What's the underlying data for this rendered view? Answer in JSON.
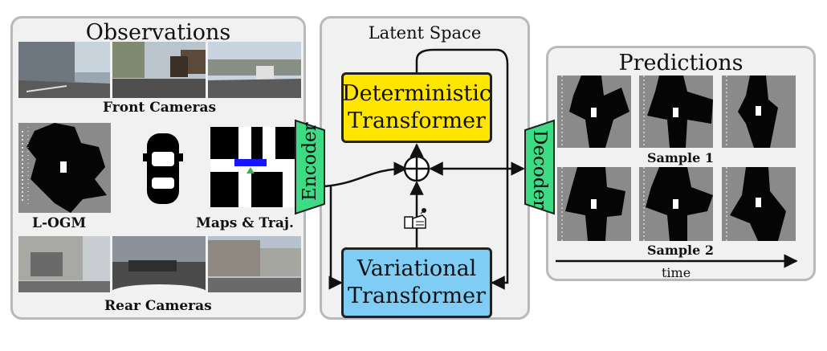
{
  "observations": {
    "title": "Observations",
    "front_cameras_label": "Front Cameras",
    "rear_cameras_label": "Rear Cameras",
    "logm_label": "L-OGM",
    "maps_label": "Maps & Traj."
  },
  "encoder": {
    "label": "Encoder"
  },
  "latent_space": {
    "title": "Latent Space",
    "deterministic": {
      "line1": "Deterministic",
      "line2": "Transformer"
    },
    "variational": {
      "line1": "Variational",
      "line2": "Transformer"
    },
    "combine_symbol": "⊕"
  },
  "decoder": {
    "label": "Decoder"
  },
  "predictions": {
    "title": "Predictions",
    "sample1_label": "Sample 1",
    "sample2_label": "Sample 2",
    "time_label": "time"
  },
  "colors": {
    "deterministic_fill": "#ffe600",
    "variational_fill": "#7fcdf5",
    "encoder_fill": "#3ddc84",
    "decoder_fill": "#3ddc84",
    "panel_fill": "#f1f1f1",
    "panel_border": "#b9b9b9"
  }
}
